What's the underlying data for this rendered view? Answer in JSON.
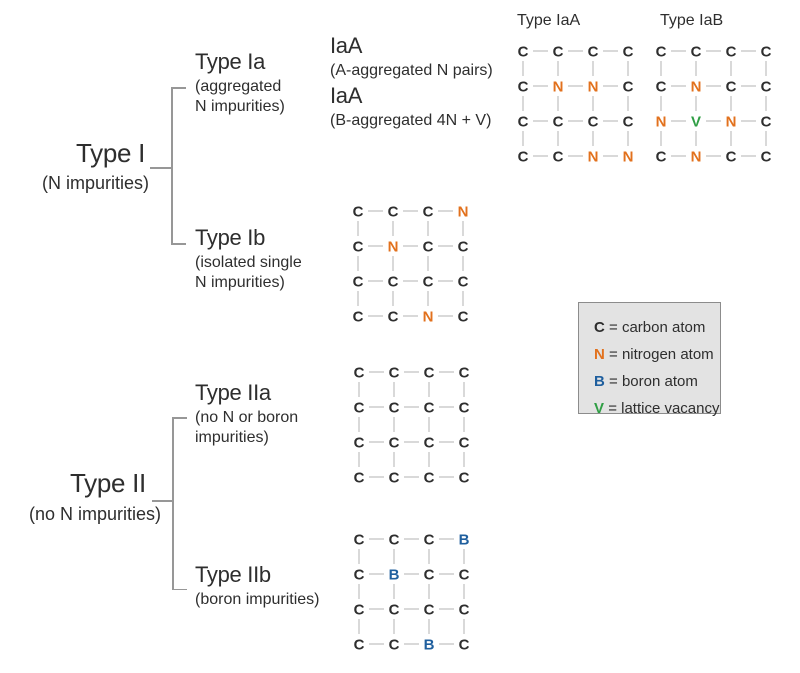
{
  "colors": {
    "atoms": {
      "C": "#2e2e2e",
      "N": "#e2711d",
      "B": "#1f5f9e",
      "V": "#2f9e44"
    },
    "bond": "#cccccc",
    "bracket": "#979797",
    "legend_bg": "#e3e3e3",
    "legend_border": "#8c8c8c"
  },
  "tree": {
    "type1": {
      "label": "Type I",
      "sublabel": "(N impurities)"
    },
    "type1a": {
      "label": "Type Ia",
      "sublabel": "(aggregated\nN impurities)"
    },
    "type1b": {
      "label": "Type Ib",
      "sublabel": "(isolated single\nN impurities)"
    },
    "type2": {
      "label": "Type II",
      "sublabel": "(no N impurities)"
    },
    "type2a": {
      "label": "Type IIa",
      "sublabel": "(no N or boron\nimpurities)"
    },
    "type2b": {
      "label": "Type IIb",
      "sublabel": "(boron impurities)"
    }
  },
  "subtypes": {
    "iaa": {
      "label": "IaA",
      "sublabel": "(A-aggregated N pairs)"
    },
    "iab": {
      "label": "IaA",
      "sublabel": "(B-aggregated 4N + V)"
    }
  },
  "lattices": [
    {
      "id": "iaA",
      "title": "Type IaA",
      "grid": [
        [
          "C",
          "C",
          "C",
          "C"
        ],
        [
          "C",
          "N",
          "N",
          "C"
        ],
        [
          "C",
          "C",
          "C",
          "C"
        ],
        [
          "C",
          "C",
          "N",
          "N"
        ]
      ]
    },
    {
      "id": "iaB",
      "title": "Type IaB",
      "grid": [
        [
          "C",
          "C",
          "C",
          "C"
        ],
        [
          "C",
          "N",
          "C",
          "C"
        ],
        [
          "N",
          "V",
          "N",
          "C"
        ],
        [
          "C",
          "N",
          "C",
          "C"
        ]
      ]
    },
    {
      "id": "ib",
      "title": "",
      "grid": [
        [
          "C",
          "C",
          "C",
          "N"
        ],
        [
          "C",
          "N",
          "C",
          "C"
        ],
        [
          "C",
          "C",
          "C",
          "C"
        ],
        [
          "C",
          "C",
          "N",
          "C"
        ]
      ]
    },
    {
      "id": "iia",
      "title": "",
      "grid": [
        [
          "C",
          "C",
          "C",
          "C"
        ],
        [
          "C",
          "C",
          "C",
          "C"
        ],
        [
          "C",
          "C",
          "C",
          "C"
        ],
        [
          "C",
          "C",
          "C",
          "C"
        ]
      ]
    },
    {
      "id": "iib",
      "title": "",
      "grid": [
        [
          "C",
          "C",
          "C",
          "B"
        ],
        [
          "C",
          "B",
          "C",
          "C"
        ],
        [
          "C",
          "C",
          "C",
          "C"
        ],
        [
          "C",
          "C",
          "B",
          "C"
        ]
      ]
    }
  ],
  "legend": {
    "items": [
      {
        "symbol": "C",
        "desc": "= carbon atom"
      },
      {
        "symbol": "N",
        "desc": "= nitrogen atom"
      },
      {
        "symbol": "B",
        "desc": "= boron atom"
      },
      {
        "symbol": "V",
        "desc": "= lattice vacancy"
      }
    ]
  }
}
